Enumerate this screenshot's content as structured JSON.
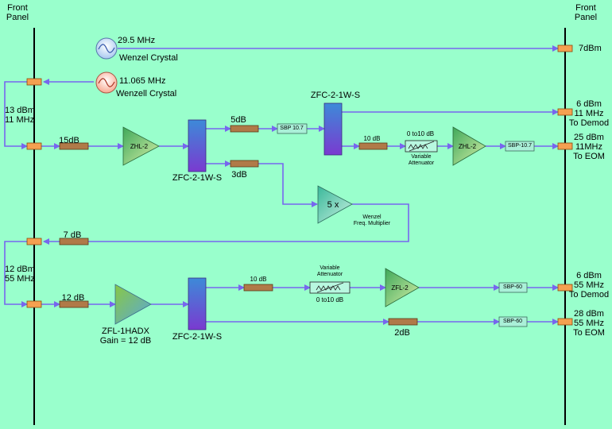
{
  "panels": {
    "left_title": "Front\nPanel",
    "right_title": "Front\nPanel"
  },
  "sources": {
    "crystal_freq": "29.5 MHz",
    "crystal_name": "Wenzel Crystal",
    "osc_freq": "11.065 MHz",
    "osc_name": "Wenzell Crystal"
  },
  "signals": {
    "in_11": "13 dBm\n11 MHz",
    "in_55": "12 dBm\n55 MHz"
  },
  "row1": {
    "att_15": "15dB",
    "amp": "ZHL-2",
    "splitter": "ZFC-2-1W-S",
    "att_5": "5dB",
    "filter": "SBP 10.7",
    "att_3": "3dB",
    "splitter2": "ZFC-2-1W-S",
    "att_10": "10 dB",
    "var_range": "0 to10 dB",
    "var_name": "Variable\nAttenuator",
    "amp2": "ZHL-2",
    "filter2": "SBP-10.7",
    "mult": "5 x",
    "mult_name": "Wenzel\nFreq. Multiplier",
    "att_7": "7 dB"
  },
  "row2": {
    "att_12": "12 dB",
    "amp": "ZFL-1HADX\nGain = 12 dB",
    "splitter": "ZFC-2-1W-S",
    "att_10": "10 dB",
    "var_name": "Variable\nAttenuator",
    "var_range": "0 to10 dB",
    "amp2": "ZFL-2",
    "filter_a": "SBP-60",
    "att_2": "2dB",
    "filter_b": "SBP-60"
  },
  "outputs": {
    "o1": "7dBm",
    "o2": "6 dBm\n11 MHz\nTo Demod",
    "o3": "25 dBm\n11MHz\nTo EOM",
    "o4": "6 dBm\n55 MHz\nTo Demod",
    "o5": "28 dBm\n55 MHz\nTo EOM"
  },
  "colors": {
    "background": "#99ffcc",
    "wire": "#7766ee",
    "connector": "#f5a050",
    "attenuator": "#b07a48",
    "filter": "#aaf0d8",
    "splitter_top": "#3d8ad8",
    "splitter_bottom": "#7a3ad0"
  }
}
